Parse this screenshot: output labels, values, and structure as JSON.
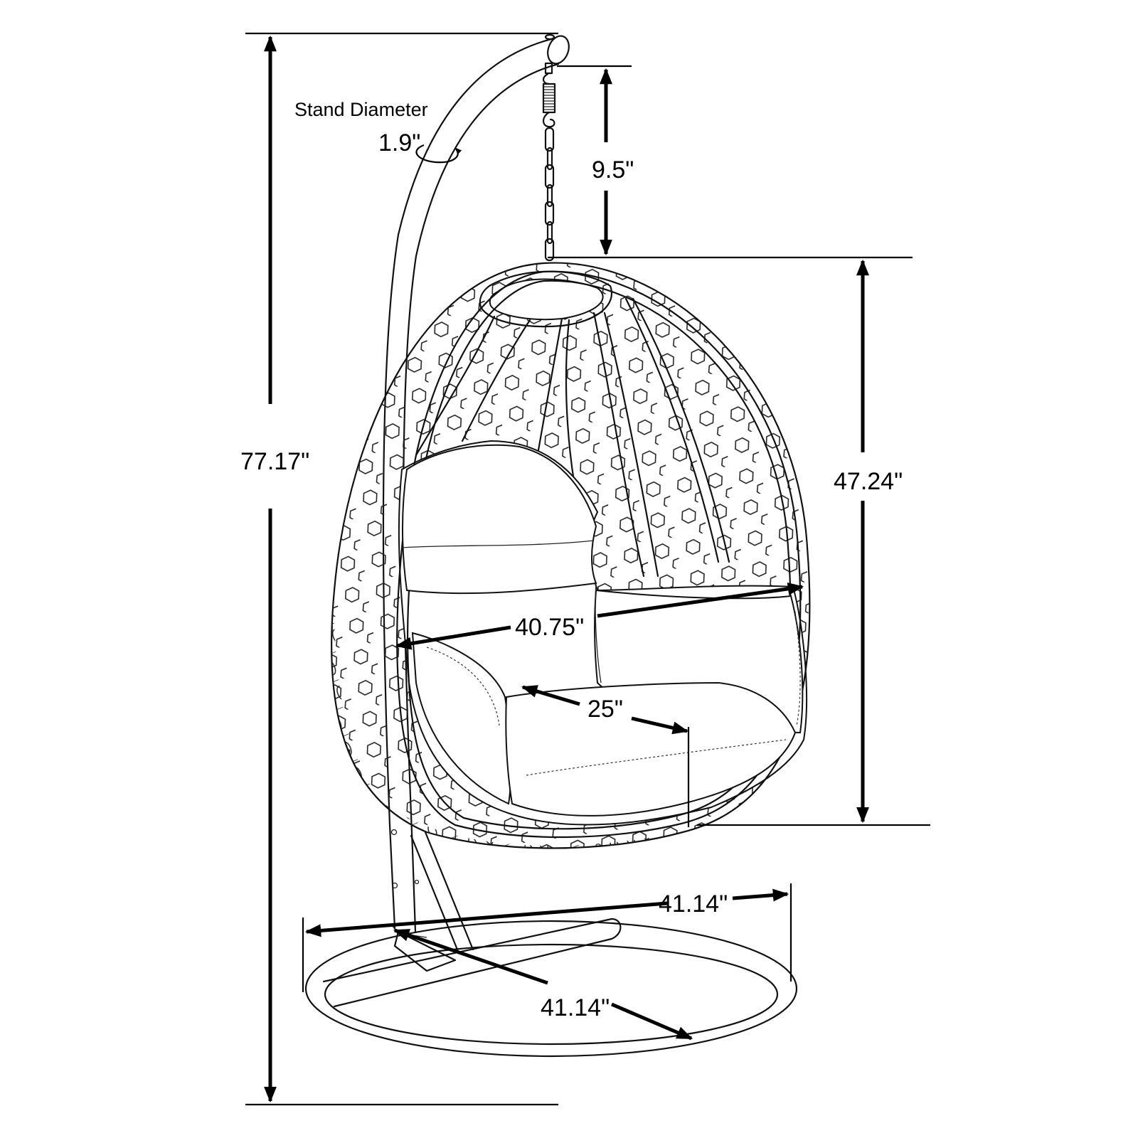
{
  "figure": {
    "subject": "Hanging egg chair with stand — dimension drawing",
    "units": "inches"
  },
  "labels": {
    "stand_diameter_title": "Stand Diameter",
    "stand_diameter_value": "1.9\"",
    "chain_length": "9.5\"",
    "overall_height": "77.17\"",
    "basket_height": "47.24\"",
    "basket_width": "40.75\"",
    "seat_depth": "25\"",
    "base_width": "41.14\"",
    "base_depth": "41.14\""
  },
  "colors": {
    "line": "#111111",
    "background": "#ffffff"
  }
}
